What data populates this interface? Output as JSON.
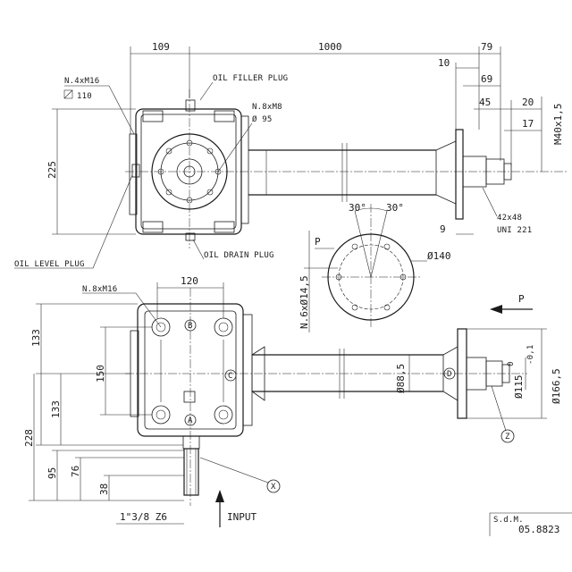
{
  "dimensions": {
    "d109": "109",
    "d1000": "1000",
    "d79": "79",
    "d10": "10",
    "d69": "69",
    "d45": "45",
    "d20": "20",
    "d17": "17",
    "d225": "225",
    "d9": "9",
    "m40": "M40x1,5",
    "d120": "120",
    "d133a": "133",
    "d133b": "133",
    "d228": "228",
    "d95": "95",
    "d76": "76",
    "d38": "38",
    "d150": "150",
    "d88": "Ø88,5",
    "d115": "Ø115",
    "d115tol_top": "0",
    "d115tol_bot": "-0,1",
    "d166": "Ø166,5",
    "d140": "Ø140",
    "n6": "N.6xØ14,5",
    "a30a": "30°",
    "a30b": "30°"
  },
  "labels": {
    "n4m16": "N.4xM16",
    "sq110": "110",
    "oil_filler": "OIL FILLER PLUG",
    "n8m8": "N.8xM8",
    "dia95": "Ø 95",
    "oil_level": "OIL LEVEL PLUG",
    "oil_drain": "OIL DRAIN PLUG",
    "spline": "42x48",
    "uni": "UNI 221",
    "n8m16": "N.8xM16",
    "view_p1": "P",
    "view_p2": "P",
    "shaft_input": "1\"3/8 Z6",
    "input": "INPUT",
    "x": "X",
    "z": "Z",
    "a": "A",
    "b": "B",
    "c": "C",
    "d": "D"
  },
  "titleblock": {
    "sdm": "S.d.M.",
    "code": "05.8823"
  }
}
